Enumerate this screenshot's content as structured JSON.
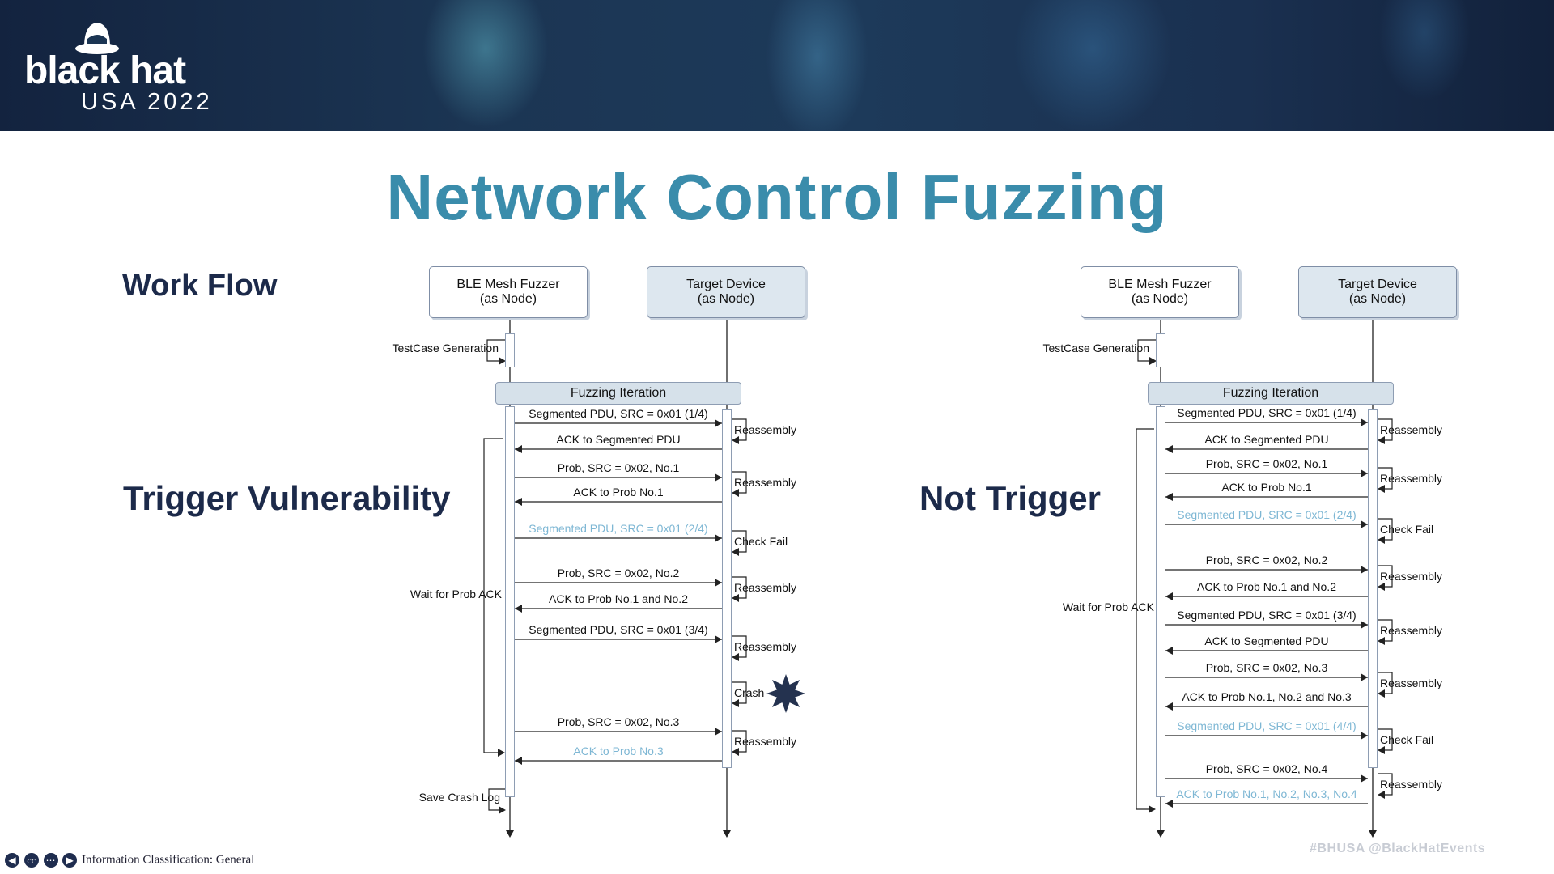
{
  "logo": {
    "brand": "black hat",
    "year": "USA 2022"
  },
  "title": "Network Control Fuzzing",
  "headings": {
    "workflow": "Work Flow",
    "trigger": "Trigger Vulnerability",
    "not_trigger": "Not Trigger"
  },
  "left": {
    "fuzzer": [
      "BLE Mesh Fuzzer",
      "(as Node)"
    ],
    "target": [
      "Target Device",
      "(as Node)"
    ],
    "testcase": "TestCase Generation",
    "frame": "Fuzzing Iteration",
    "wait": "Wait for Prob ACK",
    "save": "Save Crash Log",
    "messages": [
      {
        "text": "Segmented PDU, SRC = 0x01 (1/4)",
        "dir": "right",
        "faded": false
      },
      {
        "text": "ACK to Segmented PDU",
        "dir": "left",
        "faded": false
      },
      {
        "text": "Prob, SRC = 0x02, No.1",
        "dir": "right",
        "faded": false
      },
      {
        "text": "ACK to Prob No.1",
        "dir": "left",
        "faded": false
      },
      {
        "text": "Segmented PDU, SRC = 0x01 (2/4)",
        "dir": "right",
        "faded": true
      },
      {
        "text": "Prob, SRC = 0x02, No.2",
        "dir": "right",
        "faded": false
      },
      {
        "text": "ACK to Prob No.1 and No.2",
        "dir": "left",
        "faded": false
      },
      {
        "text": "Segmented PDU, SRC = 0x01 (3/4)",
        "dir": "right",
        "faded": false
      },
      {
        "text": "Prob, SRC = 0x02, No.3",
        "dir": "right",
        "faded": false
      },
      {
        "text": "ACK to Prob No.3",
        "dir": "left",
        "faded": true
      }
    ],
    "notes": [
      "Reassembly",
      "Reassembly",
      "Check Fail",
      "Reassembly",
      "Reassembly",
      "Crash",
      "Reassembly"
    ]
  },
  "right": {
    "fuzzer": [
      "BLE Mesh Fuzzer",
      "(as Node)"
    ],
    "target": [
      "Target Device",
      "(as Node)"
    ],
    "testcase": "TestCase Generation",
    "frame": "Fuzzing Iteration",
    "wait": "Wait for Prob ACK",
    "messages": [
      {
        "text": "Segmented PDU, SRC = 0x01 (1/4)",
        "dir": "right",
        "faded": false
      },
      {
        "text": "ACK to Segmented PDU",
        "dir": "left",
        "faded": false
      },
      {
        "text": "Prob, SRC = 0x02, No.1",
        "dir": "right",
        "faded": false
      },
      {
        "text": "ACK to Prob No.1",
        "dir": "left",
        "faded": false
      },
      {
        "text": "Segmented PDU, SRC = 0x01 (2/4)",
        "dir": "right",
        "faded": true
      },
      {
        "text": "Prob, SRC = 0x02, No.2",
        "dir": "right",
        "faded": false
      },
      {
        "text": "ACK to Prob No.1 and No.2",
        "dir": "left",
        "faded": false
      },
      {
        "text": "Segmented PDU, SRC = 0x01 (3/4)",
        "dir": "right",
        "faded": false
      },
      {
        "text": "ACK to Segmented PDU",
        "dir": "left",
        "faded": false
      },
      {
        "text": "Prob, SRC = 0x02, No.3",
        "dir": "right",
        "faded": false
      },
      {
        "text": "ACK to Prob No.1, No.2 and No.3",
        "dir": "left",
        "faded": false
      },
      {
        "text": "Segmented PDU, SRC = 0x01 (4/4)",
        "dir": "right",
        "faded": true
      },
      {
        "text": "Prob, SRC = 0x02, No.4",
        "dir": "right",
        "faded": false
      },
      {
        "text": "ACK to Prob No.1, No.2, No.3, No.4",
        "dir": "left",
        "faded": true
      }
    ],
    "notes": [
      "Reassembly",
      "Reassembly",
      "Check Fail",
      "Reassembly",
      "Reassembly",
      "Reassembly",
      "Check Fail",
      "Reassembly"
    ]
  },
  "footer": {
    "classification": "Information Classification: General",
    "social": "#BHUSA   @BlackHatEvents"
  }
}
